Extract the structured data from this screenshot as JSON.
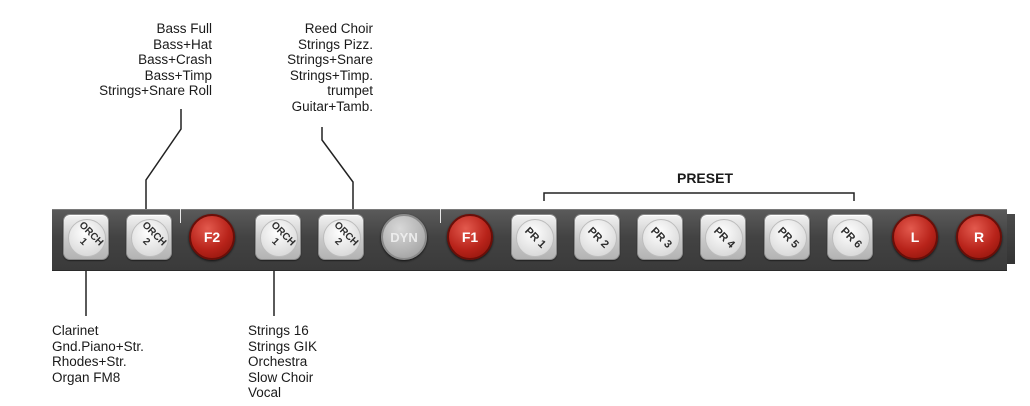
{
  "callouts": {
    "orch2_bank1": [
      "Bass Full",
      "Bass+Hat",
      "Bass+Crash",
      "Bass+Timp",
      "Strings+Snare Roll"
    ],
    "orch2_bank2": [
      "Reed Choir",
      "Strings Pizz.",
      "Strings+Snare",
      "Strings+Timp.",
      "trumpet",
      "Guitar+Tamb."
    ],
    "orch1_bank1": [
      "Clarinet",
      "Gnd.Piano+Str.",
      "Rhodes+Str.",
      "Organ FM8"
    ],
    "orch1_bank2": [
      "Strings 16",
      "Strings GIK",
      "Orchestra",
      "Slow Choir",
      "Vocal"
    ]
  },
  "preset_label": "PRESET",
  "buttons": {
    "orch1_a": [
      "ORCH",
      "1"
    ],
    "orch2_a": [
      "ORCH",
      "2"
    ],
    "f2": "F2",
    "orch1_b": [
      "ORCH",
      "1"
    ],
    "orch2_b": [
      "ORCH",
      "2"
    ],
    "dyn": "DYN",
    "f1": "F1",
    "presets": [
      "PR 1",
      "PR 2",
      "PR 3",
      "PR 4",
      "PR 5",
      "PR 6"
    ],
    "l": "L",
    "r": "R"
  },
  "colors": {
    "panel": "#434343",
    "red_button": "#b8231a",
    "gray_button": "#c9c9c9",
    "dyn_button": "#b3b3b3"
  }
}
